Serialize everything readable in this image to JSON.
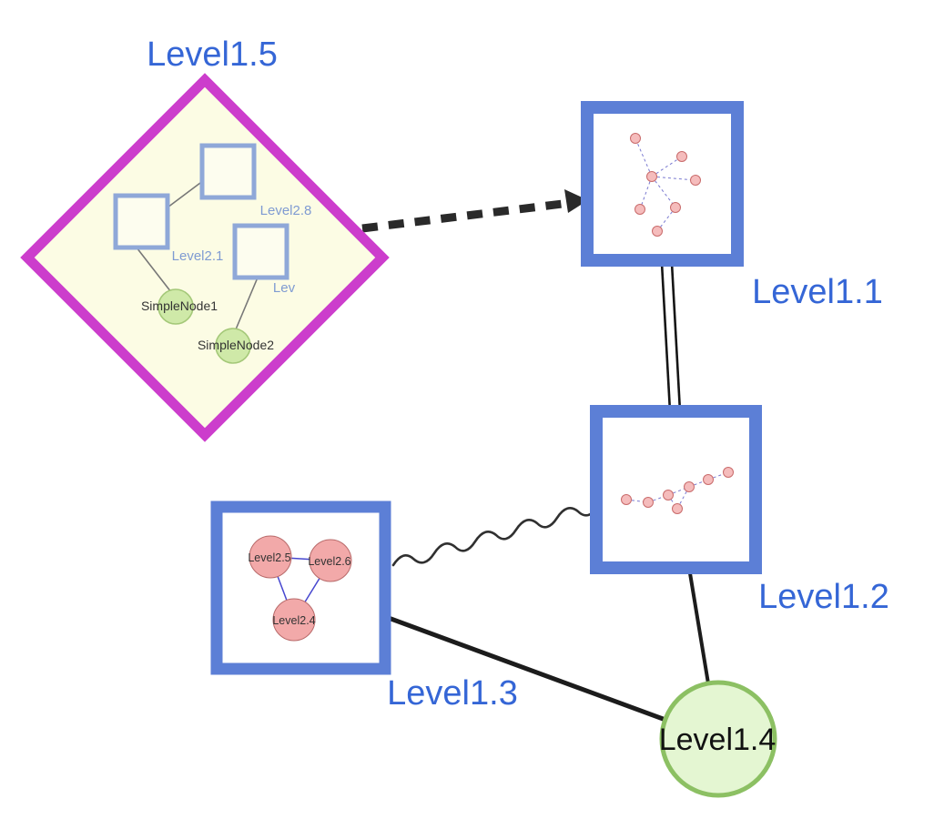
{
  "diagram": {
    "labels": {
      "level15": "Level1.5",
      "level11": "Level1.1",
      "level12": "Level1.2",
      "level13": "Level1.3",
      "level14": "Level1.4",
      "level28": "Level2.8",
      "level21": "Level2.1",
      "lev": "Lev",
      "simple_node1": "SimpleNode1",
      "simple_node2": "SimpleNode2",
      "level25": "Level2.5",
      "level26": "Level2.6",
      "level24": "Level2.4"
    },
    "colors": {
      "label_blue": "#3566d6",
      "diamond_border": "#cc3dcc",
      "diamond_fill": "#fcfce4",
      "node_border_blue": "#5c7fd6",
      "inner_square_border": "#8fa8d8",
      "green_fill": "#d9f0bd",
      "green_border": "#8cc063",
      "pink_fill": "#f2aaaa",
      "pink_small_fill": "#f5bcbc",
      "edge_black": "#222222",
      "inner_edge_blue": "#4747cf"
    },
    "edges": [
      {
        "from": "Level1.5",
        "to": "Level1.1",
        "style": "bold-dashed-arrow"
      },
      {
        "from": "Level1.1",
        "to": "Level1.2",
        "style": "double-line"
      },
      {
        "from": "Level1.3",
        "to": "Level1.2",
        "style": "wavy"
      },
      {
        "from": "Level1.3",
        "to": "Level1.4",
        "style": "solid"
      },
      {
        "from": "Level1.2",
        "to": "Level1.4",
        "style": "solid"
      }
    ]
  }
}
